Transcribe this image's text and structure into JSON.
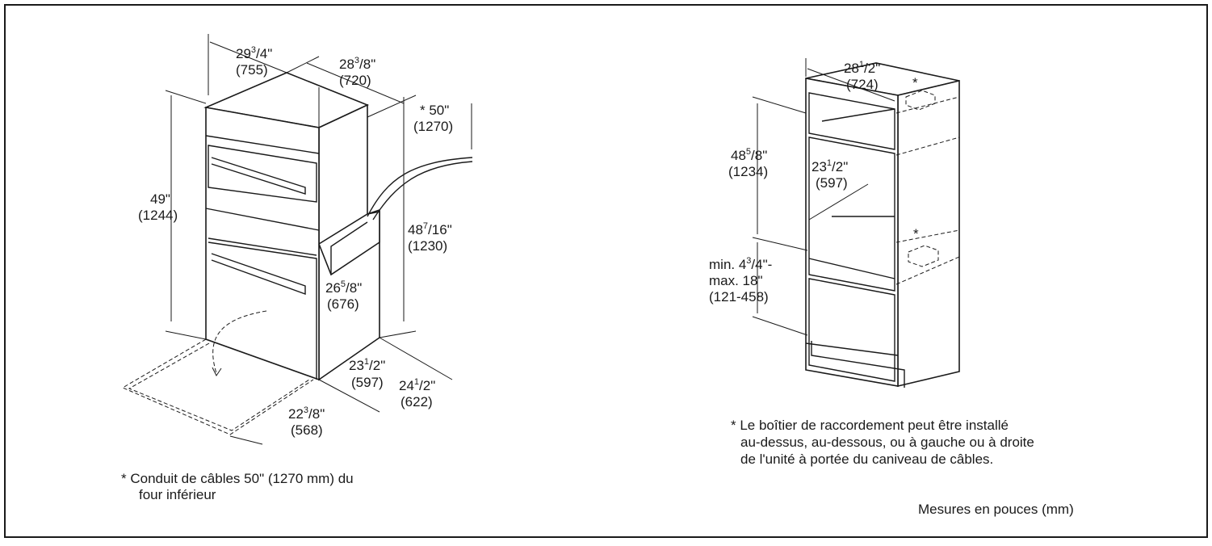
{
  "oven": {
    "top_depth": {
      "whole": "29",
      "num": "3",
      "den": "4",
      "metric": "(755)"
    },
    "top_width": {
      "whole": "28",
      "num": "3",
      "den": "8",
      "metric": "(720)"
    },
    "conduit": {
      "label": "* 50\"",
      "metric": "(1270)"
    },
    "height": {
      "label": "49\"",
      "metric": "(1244)"
    },
    "side_height": {
      "whole": "48",
      "num": "7",
      "den": "16",
      "metric": "(1230)"
    },
    "inner_width": {
      "whole": "26",
      "num": "5",
      "den": "8",
      "metric": "(676)"
    },
    "width": {
      "whole": "23",
      "num": "1",
      "den": "2",
      "metric": "(597)"
    },
    "depth": {
      "whole": "24",
      "num": "1",
      "den": "2",
      "metric": "(622)"
    },
    "door_depth": {
      "whole": "22",
      "num": "3",
      "den": "8",
      "metric": "(568)"
    },
    "footnote_line1": "*  Conduit de câbles 50\" (1270 mm) du",
    "footnote_line2": "four inférieur"
  },
  "cabinet": {
    "width": {
      "whole": "28",
      "num": "1",
      "den": "2",
      "metric": "(724)"
    },
    "star": "*",
    "height": {
      "whole": "48",
      "num": "5",
      "den": "8",
      "metric": "(1234)"
    },
    "depth": {
      "whole": "23",
      "num": "1",
      "den": "2",
      "metric": "(597)"
    },
    "gap_line1": {
      "prefix": "min. 4",
      "num": "3",
      "den": "4",
      "suffix": "\"-"
    },
    "gap_line2": "max. 18\"",
    "gap_metric": "(121-458)",
    "footnote_line1": "* Le boîtier de raccordement peut être installé",
    "footnote_line2": "au-dessus, au-dessous, ou à gauche ou à droite",
    "footnote_line3": "de l'unité à portée du caniveau de câbles."
  },
  "units_note": "Mesures en pouces (mm)"
}
